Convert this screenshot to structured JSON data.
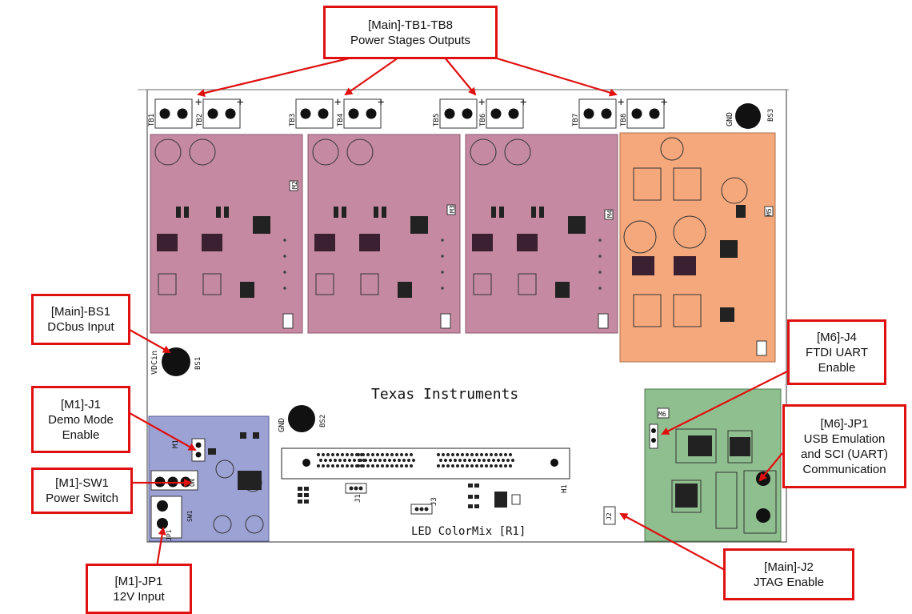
{
  "callouts": {
    "tb": {
      "line1": "[Main]-TB1-TB8",
      "line2": "Power Stages Outputs"
    },
    "bs1": {
      "line1": "[Main]-BS1",
      "line2": "DCbus Input"
    },
    "j1": {
      "line1": "[M1]-J1",
      "line2": "Demo Mode",
      "line3": "Enable"
    },
    "sw1": {
      "line1": "[M1]-SW1",
      "line2": "Power Switch"
    },
    "jp1": {
      "line1": "[M1]-JP1",
      "line2": "12V Input"
    },
    "j4": {
      "line1": "[M6]-J4",
      "line2": "FTDI UART",
      "line3": "Enable"
    },
    "m6jp1": {
      "line1": "[M6]-JP1",
      "line2": "USB Emulation",
      "line3": "and SCI (UART)",
      "line4": "Communication"
    },
    "j2": {
      "line1": "[Main]-J2",
      "line2": "JTAG Enable"
    }
  },
  "board": {
    "title": "Texas Instruments",
    "bottom_label": "LED ColorMix   [R1]",
    "terminal_labels": [
      "TB1",
      "TB2",
      "TB3",
      "TB4",
      "TB5",
      "TB6",
      "TB7",
      "TB8"
    ],
    "gnd_label": "GND",
    "bs1_label": "BS1",
    "bs2_label": "BS2",
    "bs3_label": "BS3",
    "vdcin_label": "VDCin",
    "h1_label": "H1",
    "j1_label": "J1",
    "j2_label": "J2",
    "j3_label": "J3",
    "m1_label": "M1",
    "m6_label": "M6",
    "sw1_label": "SW1",
    "on_label": "ON",
    "jp1_label": "JP1",
    "module_labels": [
      "M2",
      "M3",
      "M4",
      "M5"
    ]
  },
  "colors": {
    "callout_border": "#e01010",
    "arrow": "#e01010",
    "power_stage": "#c58aa2",
    "led_module": "#f5a87c",
    "m1_module": "#9da2d4",
    "m6_module": "#8fbf8f"
  }
}
